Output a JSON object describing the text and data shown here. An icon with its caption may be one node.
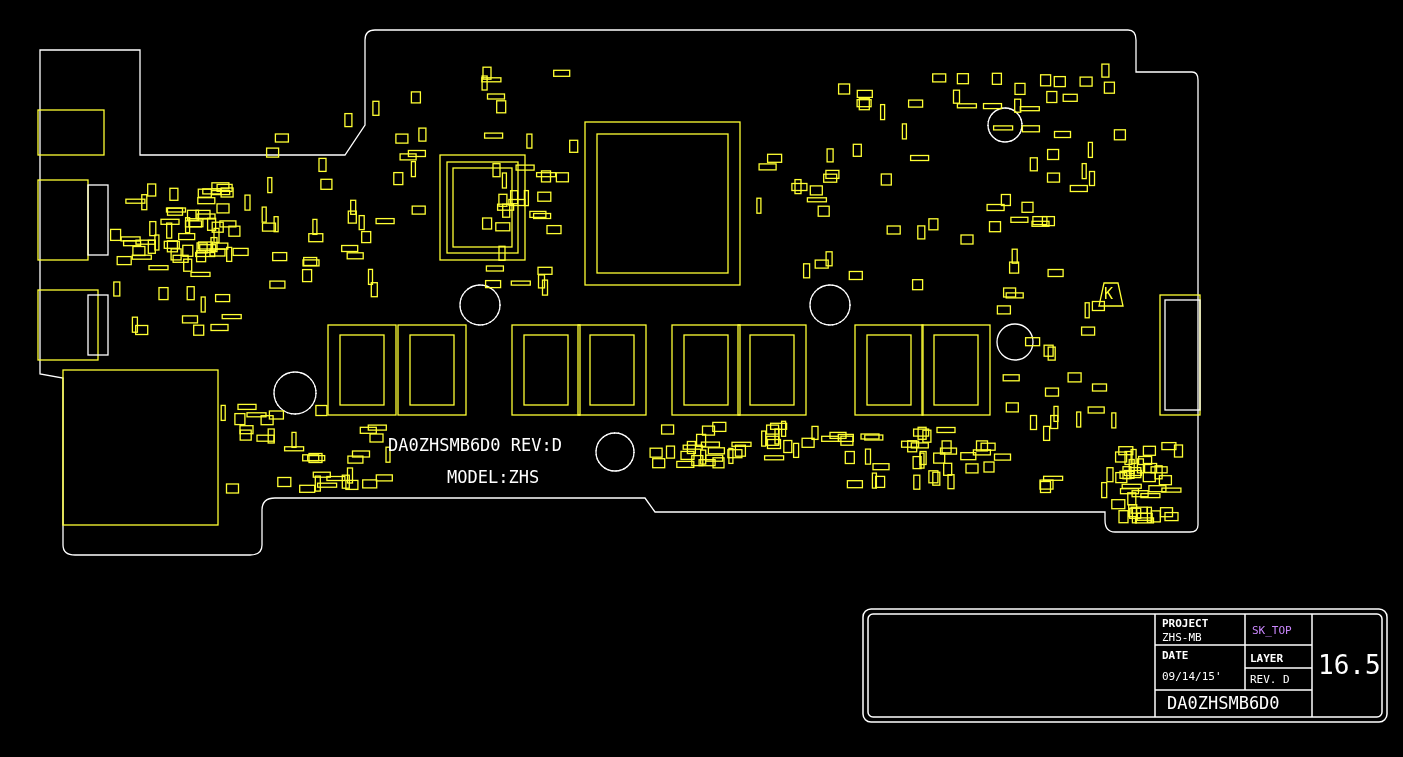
{
  "diagram": {
    "labels": [
      "DA0ZHSMB6D0 REV:D",
      "MODEL:ZHS",
      "K",
      "PROJECT",
      "ZHS-MB",
      "SK_TOP",
      "DATE",
      "LAYER",
      "09/14/15'",
      "REV. D",
      "16.5",
      "DA0ZHSMB6D0"
    ]
  }
}
